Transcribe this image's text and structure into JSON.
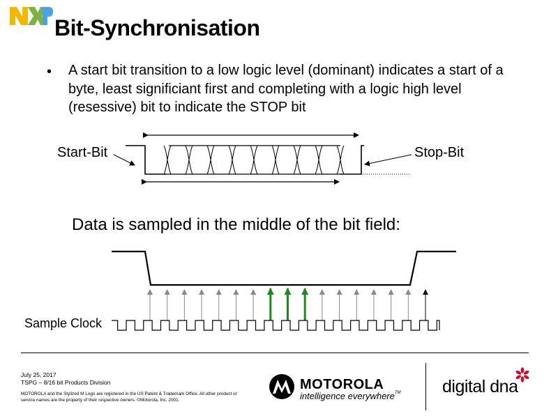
{
  "header": {
    "title": "Bit-Synchronisation",
    "logo_text": "NXP"
  },
  "content": {
    "bullet": "A start bit transition to a low logic level (dominant) indicates a start of a byte, least significiant first and completing with a logic high level (resessive) bit to indicate the STOP bit",
    "sampled_caption": "Data is sampled in the middle of the bit field:"
  },
  "diagram": {
    "start_label": "Start-Bit",
    "stop_label": "Stop-Bit",
    "clock_label": "Sample Clock",
    "data_bits": 8,
    "clock_cycles": 19,
    "sample_arrows": 17,
    "highlighted_samples": [
      7,
      8,
      9
    ],
    "highlight_color": "#1a8a1a"
  },
  "footer": {
    "date": "July 25, 2017",
    "division": "TSPG – 8/16 bit Products Division",
    "legal": "MOTOROLA and the Stylized M Logo are registered in the US Patent & Trademark Office. All other product or service names are the property of their respective owners. ©Motorola, Inc. 2001.",
    "brand": "MOTOROLA",
    "tagline": "intelligence everywhere",
    "tagline_mark": "TM",
    "digitaldna": "digital dna",
    "accent_color": "#c8102e"
  }
}
